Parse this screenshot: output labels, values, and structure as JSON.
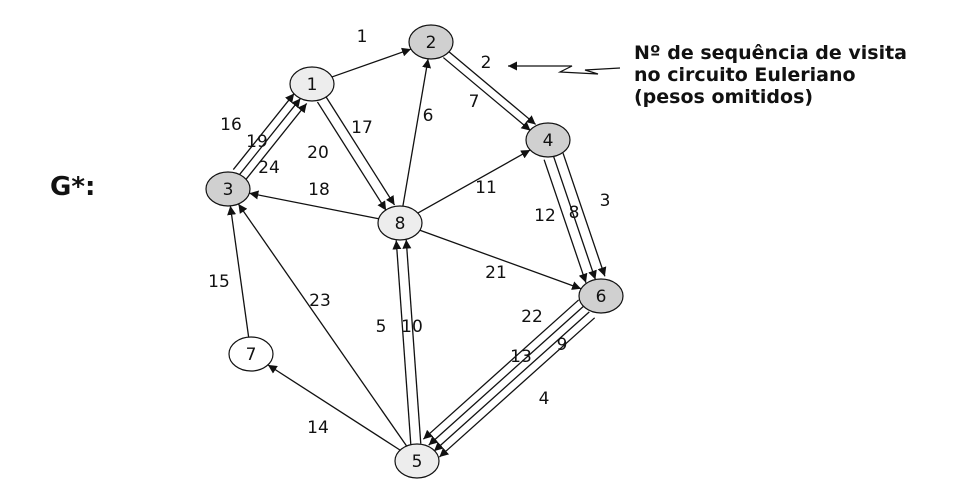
{
  "graph_label": "G*:",
  "annotation": {
    "lines": [
      "Nº de sequência de visita",
      "no circuito Euleriano",
      "(pesos omitidos)"
    ]
  },
  "colors": {
    "shaded_node": "#d0d0d0",
    "light_node": "#ededed",
    "white_node": "#ffffff",
    "stroke": "#111111"
  },
  "nodes": [
    {
      "id": "1",
      "fill": "light"
    },
    {
      "id": "2",
      "fill": "shaded"
    },
    {
      "id": "3",
      "fill": "shaded"
    },
    {
      "id": "4",
      "fill": "shaded"
    },
    {
      "id": "5",
      "fill": "light"
    },
    {
      "id": "6",
      "fill": "shaded"
    },
    {
      "id": "7",
      "fill": "white"
    },
    {
      "id": "8",
      "fill": "light"
    }
  ],
  "edges": [
    {
      "from": "1",
      "to": "2",
      "label": "1"
    },
    {
      "from": "2",
      "to": "4",
      "label": "2"
    },
    {
      "from": "4",
      "to": "6",
      "label": "3"
    },
    {
      "from": "6",
      "to": "5",
      "label": "4"
    },
    {
      "from": "5",
      "to": "8",
      "label": "5"
    },
    {
      "from": "8",
      "to": "2",
      "label": "6"
    },
    {
      "from": "2",
      "to": "4",
      "label": "7"
    },
    {
      "from": "4",
      "to": "6",
      "label": "8"
    },
    {
      "from": "6",
      "to": "5",
      "label": "9"
    },
    {
      "from": "5",
      "to": "8",
      "label": "10"
    },
    {
      "from": "8",
      "to": "4",
      "label": "11"
    },
    {
      "from": "4",
      "to": "6",
      "label": "12"
    },
    {
      "from": "6",
      "to": "5",
      "label": "13"
    },
    {
      "from": "5",
      "to": "7",
      "label": "14"
    },
    {
      "from": "7",
      "to": "3",
      "label": "15"
    },
    {
      "from": "3",
      "to": "1",
      "label": "16"
    },
    {
      "from": "1",
      "to": "8",
      "label": "17"
    },
    {
      "from": "8",
      "to": "3",
      "label": "18"
    },
    {
      "from": "3",
      "to": "1",
      "label": "19"
    },
    {
      "from": "1",
      "to": "8",
      "label": "20"
    },
    {
      "from": "8",
      "to": "6",
      "label": "21"
    },
    {
      "from": "6",
      "to": "5",
      "label": "22"
    },
    {
      "from": "5",
      "to": "3",
      "label": "23"
    },
    {
      "from": "3",
      "to": "1",
      "label": "24"
    }
  ]
}
